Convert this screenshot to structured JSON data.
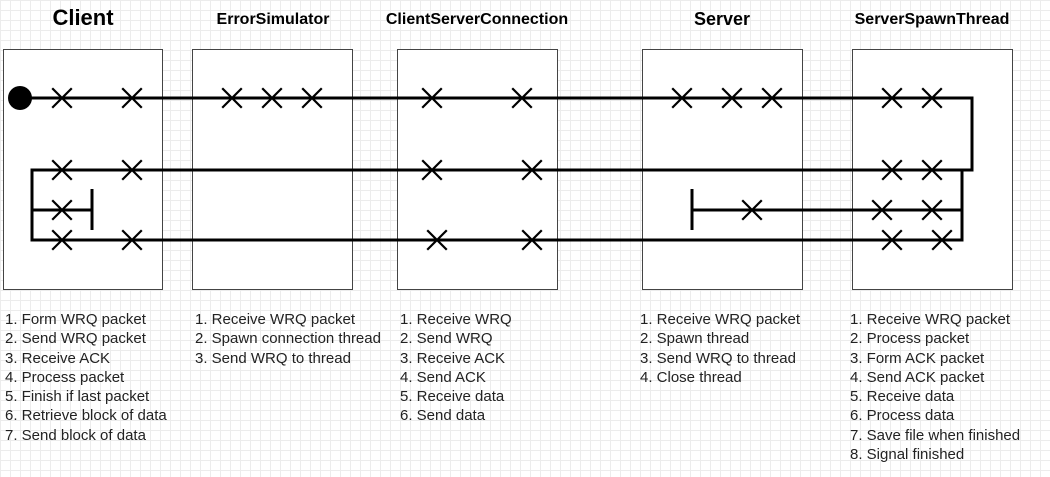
{
  "lanes": [
    {
      "title": "Client",
      "steps": [
        "1. Form WRQ packet",
        "2. Send WRQ packet",
        "3. Receive ACK",
        "4. Process packet",
        "5. Finish if last packet",
        "6. Retrieve block of data",
        "7. Send block of data"
      ]
    },
    {
      "title": "ErrorSimulator",
      "steps": [
        "1. Receive WRQ packet",
        "2. Spawn connection thread",
        "3. Send WRQ to thread"
      ]
    },
    {
      "title": "ClientServerConnection",
      "steps": [
        "1. Receive WRQ",
        "2. Send WRQ",
        "3. Receive ACK",
        "4. Send ACK",
        "5. Receive data",
        "6. Send data"
      ]
    },
    {
      "title": "Server",
      "steps": [
        "1. Receive WRQ packet",
        "2. Spawn thread",
        "3. Send WRQ to thread",
        "4. Close thread"
      ]
    },
    {
      "title": "ServerSpawnThread",
      "steps": [
        "1. Receive WRQ packet",
        "2. Process packet",
        "3. Form ACK packet",
        "4. Send ACK packet",
        "5. Receive data",
        "6. Process data",
        "7. Save file when finished",
        "8. Signal finished"
      ]
    }
  ],
  "colors": {
    "ink": "#000000",
    "box_border": "#444444",
    "text": "#222222",
    "grid": "#ececec"
  }
}
